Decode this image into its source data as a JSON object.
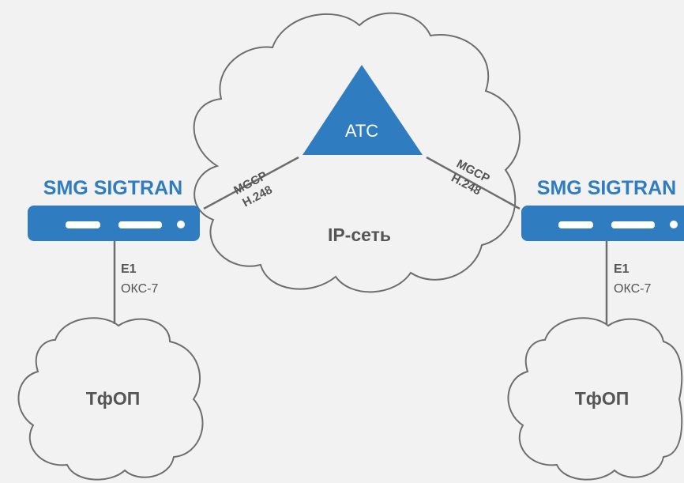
{
  "diagram": {
    "central_node": {
      "label": "АТС",
      "color": "#2f7dc0"
    },
    "ip_network": {
      "label": "IP-сеть"
    },
    "devices": [
      {
        "title": "SMG SIGTRAN",
        "color": "#2f7dc0"
      },
      {
        "title": "SMG SIGTRAN",
        "color": "#2f7dc0"
      }
    ],
    "links": {
      "left_protocol": {
        "line1": "MGCP",
        "line2": "H.248"
      },
      "right_protocol": {
        "line1": "MGCP",
        "line2": "H.248"
      },
      "left_trunk": {
        "line1": "E1",
        "line2": "ОКС-7"
      },
      "right_trunk": {
        "line1": "E1",
        "line2": "ОКС-7"
      }
    },
    "pstn": [
      {
        "label": "ТфОП"
      },
      {
        "label": "ТфОП"
      }
    ]
  }
}
